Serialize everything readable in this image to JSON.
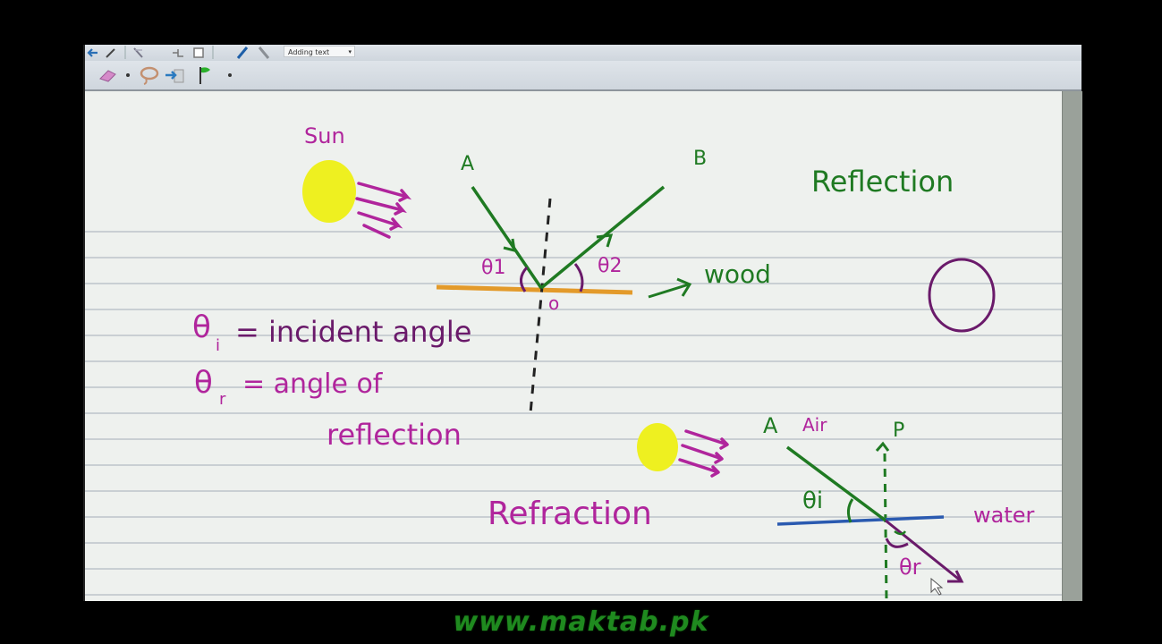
{
  "app": {
    "toolbar_row1": {
      "icons": [
        "back-arrow-icon",
        "pen-icon",
        "separator",
        "page-icon",
        "separator",
        "insert-page-icon",
        "blank-page-icon",
        "separator",
        "blue-pen-icon",
        "highlighter-icon"
      ],
      "zoom_select": {
        "value": "Adding text",
        "arrow": "▾"
      }
    },
    "toolbar_row2": {
      "icons": [
        "eraser-icon",
        "dropdown-dot",
        "lasso-icon",
        "insert-space-icon",
        "flag-icon",
        "dropdown-dot"
      ]
    }
  },
  "colors": {
    "background": "#000000",
    "toolbar": "#d6dce2",
    "canvas": "#eef1ee",
    "rule_line": "#c9cfd3",
    "scrollbar": "#9aa19a",
    "ink_purple": "#b0259c",
    "ink_dark_purple": "#6a1a6a",
    "ink_green": "#1f7a22",
    "ink_orange": "#e39a2a",
    "ink_blue": "#2a5ab0",
    "sun_yellow": "#eef020",
    "watermark_green": "#1f8a1f"
  },
  "canvas": {
    "rule_lines_y": [
      156,
      185,
      214,
      243,
      272,
      301,
      330,
      359,
      388,
      417,
      446,
      475,
      504,
      533,
      562,
      591
    ],
    "reflection": {
      "sun_label": "Sun",
      "point_a": "A",
      "point_b": "B",
      "angle_1": "θ1",
      "angle_2": "θ2",
      "origin": "o",
      "surface_label": "wood",
      "title": "Reflection"
    },
    "definitions": {
      "theta_i": "θ",
      "theta_i_sub": "i",
      "incident_def": "= incident angle",
      "theta_r": "θ",
      "theta_r_sub": "r",
      "reflection_def_1": "= angle of",
      "reflection_def_2": "reflection"
    },
    "refraction": {
      "title": "Refraction",
      "point_a": "A",
      "medium_top": "Air",
      "normal_label": "P",
      "angle_i": "θi",
      "angle_r": "θr",
      "medium_bottom": "water"
    }
  },
  "watermark": {
    "text": "www.maktab.pk"
  }
}
